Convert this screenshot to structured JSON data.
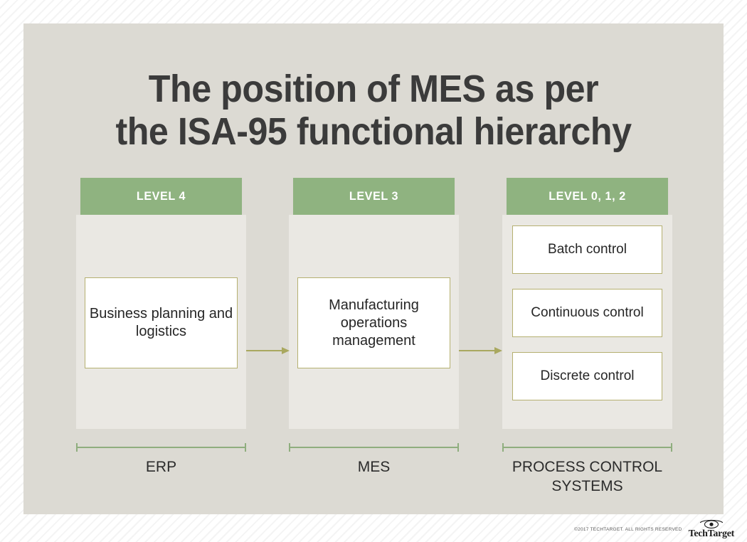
{
  "title": {
    "line1": "The position of MES as per",
    "line2": "the ISA-95 functional hierarchy"
  },
  "colors": {
    "page_background": "#ffffff",
    "card_background": "#dcdad3",
    "header_green": "#8fb380",
    "panel_light": "#eae8e3",
    "node_border_olive": "#b5b070",
    "arrow_olive": "#a9a85f",
    "bracket_green": "#8fae7e",
    "title_text": "#3b3b3b",
    "body_text": "#262626"
  },
  "columns": [
    {
      "header": "LEVEL 4",
      "nodes": [
        {
          "text": "Business planning and logistics"
        }
      ],
      "bracket_label": "ERP"
    },
    {
      "header": "LEVEL 3",
      "nodes": [
        {
          "text": "Manufacturing operations management"
        }
      ],
      "bracket_label": "MES"
    },
    {
      "header": "LEVEL 0, 1, 2",
      "nodes": [
        {
          "text": "Batch control"
        },
        {
          "text": "Continuous control"
        },
        {
          "text": "Discrete control"
        }
      ],
      "bracket_label": "PROCESS CONTROL SYSTEMS"
    }
  ],
  "arrows": [
    {
      "name": "arrow-level4-to-level3",
      "direction": "right"
    },
    {
      "name": "arrow-level3-to-level012",
      "direction": "right"
    }
  ],
  "footer": {
    "copyright": "©2017 TECHTARGET. ALL RIGHTS RESERVED",
    "logo_text": "TechTarget",
    "logo_icon": "eye-icon"
  }
}
